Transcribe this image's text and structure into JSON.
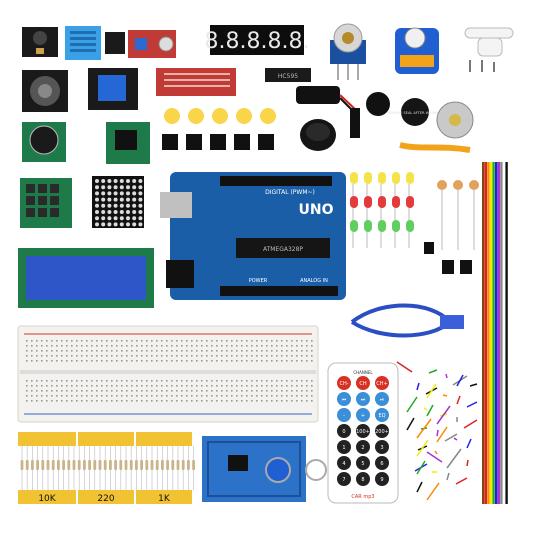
{
  "segment_display_text": "8.8.8.8.8.",
  "ic_marking": "HC595",
  "board": {
    "silkscreen": "UNO",
    "digital_label": "DIGITAL (PWM~)",
    "power_label": "POWER",
    "analog_label": "ANALOG IN",
    "chip_label": "ATMEGA328P"
  },
  "buzzer_sticker": "REMOVE SEAL AFTER WASHING",
  "resistor_labels": [
    "10K",
    "220",
    "1K"
  ],
  "remote": {
    "channel_label": "CHANNEL",
    "row1": [
      "CH-",
      "CH",
      "CH+"
    ],
    "row2": [
      "⏮",
      "⏭",
      "⏯"
    ],
    "row3": [
      "-",
      "+",
      "EQ"
    ],
    "row4": [
      "0",
      "100+",
      "200+"
    ],
    "row5": [
      "1",
      "2",
      "3"
    ],
    "row6": [
      "4",
      "5",
      "6"
    ],
    "row7": [
      "7",
      "8",
      "9"
    ],
    "brand": "CAR mp3"
  },
  "colors": {
    "pcb_blue": "#1b5ea8",
    "pcb_green": "#1f7a4a",
    "lcd_blue": "#2f56c9",
    "resistor_tape": "#f1c232",
    "remote_red": "#d93025",
    "remote_blue": "#3b8fd9"
  }
}
